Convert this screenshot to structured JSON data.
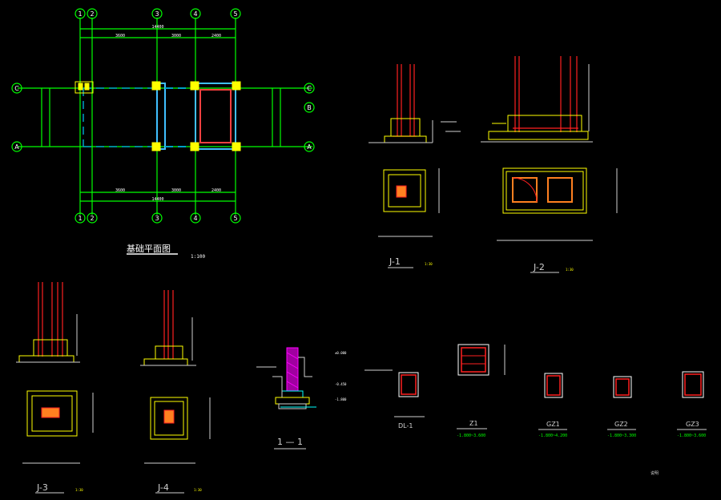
{
  "colors": {
    "background": "#000000",
    "grid": "#00ff00",
    "axis_line": "#00a0a0",
    "column": "#ffff00",
    "rebar": "#ff2020",
    "wall": "#ff00ff",
    "dim": "#d0d0d0",
    "cyan": "#00ffff",
    "green_label": "#00ff00"
  },
  "plan": {
    "top_axes": [
      "1",
      "2",
      "3",
      "4",
      "5"
    ],
    "bottom_axes": [
      "1",
      "2",
      "3",
      "4",
      "5"
    ],
    "left_axes": [
      "C",
      "A"
    ],
    "right_axes": [
      "C",
      "B",
      "A"
    ],
    "dims_top": [
      "3600",
      "3000",
      "2400"
    ],
    "dims_total": "14400",
    "dims_bottom": [
      "3600",
      "3000",
      "2400"
    ],
    "title": "基础平面图",
    "scale": "1:100"
  },
  "details": {
    "j1": {
      "label": "J-1",
      "scale": "1:30"
    },
    "j2": {
      "label": "J-2",
      "scale": "1:30"
    },
    "j3": {
      "label": "J-3",
      "scale": "1:30"
    },
    "j4": {
      "label": "J-4",
      "scale": "1:30"
    },
    "section_1": {
      "label": "1 — 1"
    },
    "elev_zero": "±0.000",
    "elev_low": "-1.800",
    "elev_mid": "-0.450"
  },
  "sections": {
    "dl1": {
      "label": "DL-1"
    },
    "z1": {
      "label": "Z1",
      "range": "-1.800~3.600"
    },
    "gz1": {
      "label": "GZ1",
      "range": "-1.800~4.200"
    },
    "gz2": {
      "label": "GZ2",
      "range": "-1.800~3.300"
    },
    "gz3": {
      "label": "GZ3",
      "range": "-1.800~3.600"
    }
  },
  "note": "说明"
}
